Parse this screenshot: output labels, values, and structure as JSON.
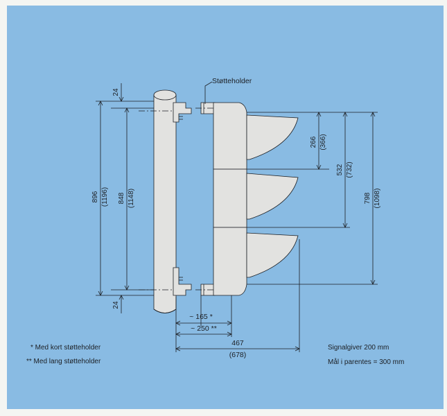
{
  "diagram": {
    "support_label": "Støtteholder",
    "dims": {
      "top_gap": "24",
      "bottom_gap": "24",
      "height_outer": "896",
      "height_outer_alt": "(1196)",
      "height_inner": "848",
      "height_inner_alt": "(1148)",
      "lamp_step": "266",
      "lamp_step_alt": "(366)",
      "lamp_double": "532",
      "lamp_double_alt": "(732)",
      "total_height": "798",
      "total_height_alt": "(1098)",
      "offset_short": "~ 165 *",
      "offset_long": "~ 250 **",
      "depth": "467",
      "depth_alt": "(678)"
    },
    "legend": {
      "short_holder": "* Med kort støtteholder",
      "long_holder": "** Med lang støtteholder"
    },
    "spec": {
      "line1": "Signalgiver 200 mm",
      "line2": "Mål i parentes = 300 mm"
    }
  },
  "colors": {
    "background": "#89bbe3",
    "drawing_fill": "#e2e2e0",
    "line": "#1c1f24"
  }
}
